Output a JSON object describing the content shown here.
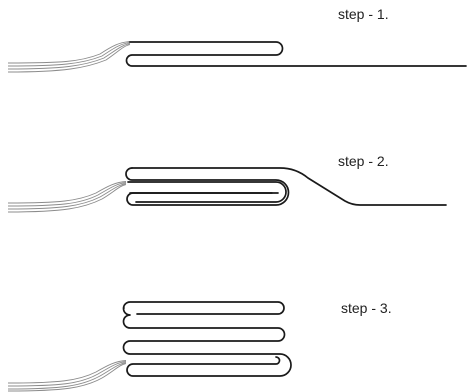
{
  "steps": [
    {
      "label": "step - 1."
    },
    {
      "label": "step - 2."
    },
    {
      "label": "step - 3."
    }
  ],
  "colors": {
    "wire": "#1a1a1a",
    "strands": "#8c8c8c",
    "background": "#ffffff"
  }
}
